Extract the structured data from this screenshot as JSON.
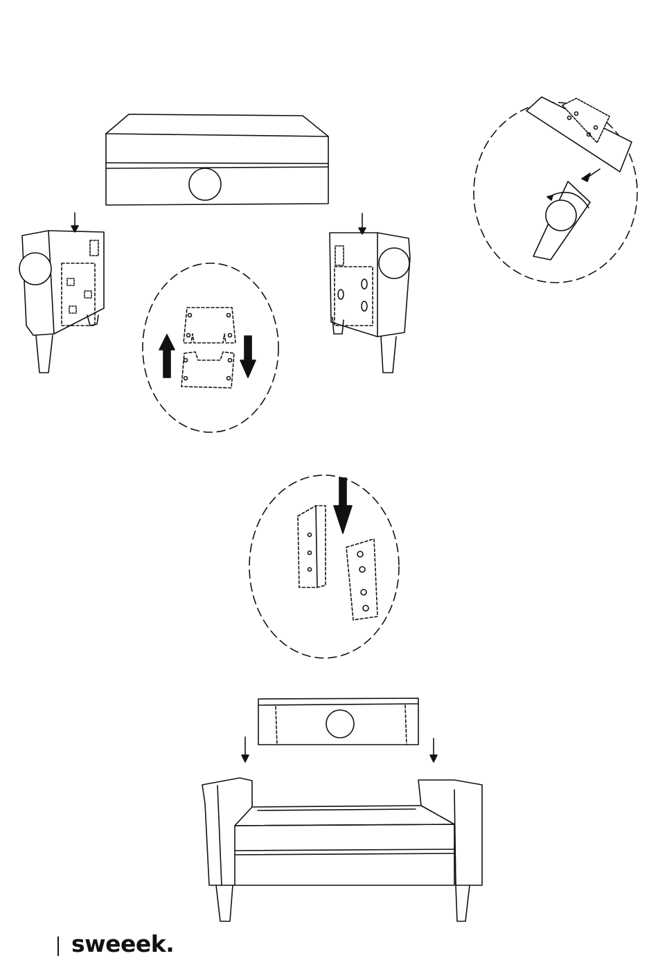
{
  "document": {
    "type": "assembly-instructions",
    "brand": "sweeek.",
    "colors": {
      "ink": "#111111",
      "paper": "#ffffff"
    },
    "steps": [
      {
        "name": "step-attach-armrests-to-seat",
        "icons": [
          "seat-block-icon",
          "left-armrest-icon",
          "right-armrest-icon",
          "bracket-detail-icon",
          "leg-screw-detail-icon"
        ]
      },
      {
        "name": "step-slide-backrest",
        "icons": [
          "hook-bracket-detail-icon",
          "backrest-panel-icon",
          "assembled-bench-icon"
        ]
      }
    ]
  }
}
